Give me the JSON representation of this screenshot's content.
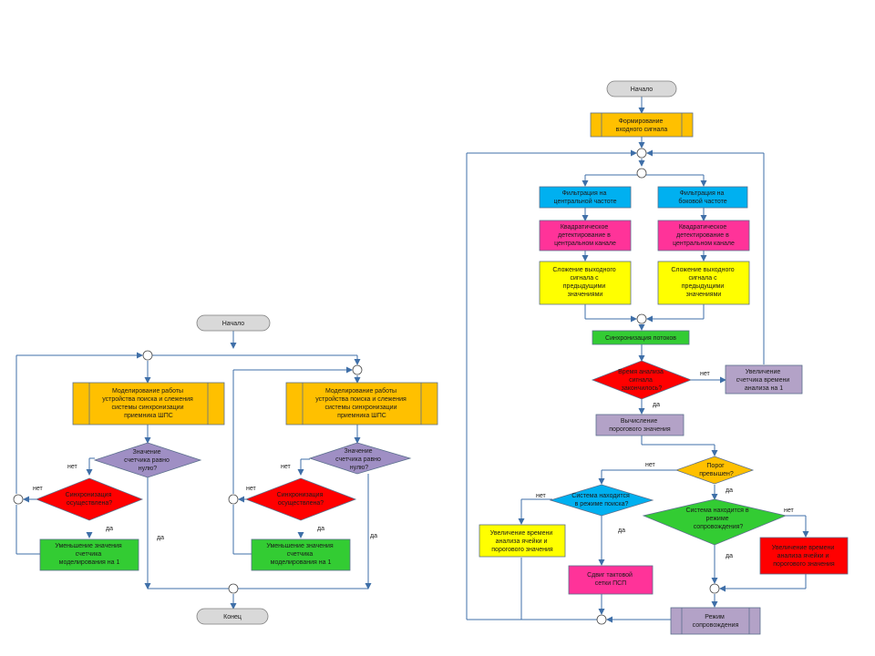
{
  "colors": {
    "orange": "#ffc000",
    "blue": "#00b0f0",
    "magenta": "#ff3399",
    "yellow": "#ffff00",
    "green": "#33cc33",
    "red": "#ff0000",
    "purple": "#9f8fc4",
    "violet": "#b3a2c7",
    "gray": "#d9d9d9",
    "line": "#3f6fa8"
  },
  "left": {
    "start": "Начало",
    "end": "Конец",
    "model_a": [
      "Моделирование работы",
      "устройства поиска и слежения",
      "системы синхронизации",
      "приемника ШПС"
    ],
    "model_b": [
      "Моделирование работы",
      "устройства поиска и слежения",
      "системы синхронизации",
      "приемника ШПС"
    ],
    "counter_a": [
      "Значение",
      "счетчика равно",
      "нулю?"
    ],
    "counter_b": [
      "Значение",
      "счетчика равно",
      "нулю?"
    ],
    "sync_a": [
      "Синхронизация",
      "осуществлена?"
    ],
    "sync_b": [
      "Синхронизация",
      "осуществлена?"
    ],
    "dec_a": [
      "Уменьшение значения",
      "счетчика",
      "моделирования на 1"
    ],
    "dec_b": [
      "Уменьшение значения",
      "счетчика",
      "моделирования на 1"
    ],
    "no": "нет",
    "yes": "да"
  },
  "right": {
    "start": "Начало",
    "form": [
      "Формирование",
      "входного сигнала"
    ],
    "filt_c": [
      "Фильтрация на",
      "центральной частоте"
    ],
    "filt_s": [
      "Фильтрация на",
      "боковой частоте"
    ],
    "sq_c": [
      "Квадратическое",
      "детектирование в",
      "центральном канале"
    ],
    "sq_s": [
      "Квадратическое",
      "детектирование в",
      "центральном канале"
    ],
    "sum_c": [
      "Сложение выходного",
      "сигнала с",
      "предыдущими",
      "значениями"
    ],
    "sum_s": [
      "Сложение выходного",
      "сигнала с",
      "предыдущими",
      "значениями"
    ],
    "syncflow": "Синхронизация потоков",
    "time_q": [
      "Время анализа",
      "сигнала",
      "закончилось?"
    ],
    "inc_time": [
      "Увеличение",
      "счетчика времени",
      "анализа на 1"
    ],
    "threshold": [
      "Вычисление",
      "порогового значения"
    ],
    "porog": [
      "Порог",
      "превышен?"
    ],
    "search_q": [
      "Система находится",
      "в режиме поиска?"
    ],
    "track_q": [
      "Система находится в",
      "режиме",
      "сопровождения?"
    ],
    "inc_left": [
      "Увеличение времени",
      "анализа ячейки и",
      "порогового значения"
    ],
    "inc_right": [
      "Увеличение времени",
      "анализа ячейки и",
      "порогового значения"
    ],
    "shift": [
      "Сдвиг тактовой",
      "сетки ПСП"
    ],
    "mode": [
      "Режим",
      "сопровождения"
    ],
    "no": "нет",
    "yes": "да"
  }
}
